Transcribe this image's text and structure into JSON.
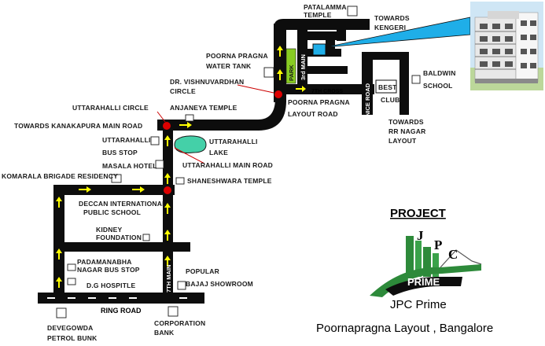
{
  "landmarks": {
    "patalamma_temple": [
      "PATALAMMA",
      "TEMPLE"
    ],
    "towards_kengeri": [
      "TOWARDS",
      "KENGERI"
    ],
    "poorna_pragna_water_tank": [
      "POORNA PRAGNA",
      "WATER TANK"
    ],
    "dr_vishnuvardhan_circle": [
      "DR. VISHNUVARDHAN",
      "CIRCLE"
    ],
    "poorna_pragna_layout_road": [
      "POORNA PRAGNA",
      "LAYOUT ROAD"
    ],
    "baldwin_school": [
      "BALDWIN",
      "SCHOOL"
    ],
    "best_club": [
      "BEST",
      "CLUB"
    ],
    "towards_rr_nagar": [
      "TOWARDS",
      "RR NAGAR",
      "LAYOUT"
    ],
    "uttarahalli_circle": "UTTARAHALLI CIRCLE",
    "anjaneya_temple": "ANJANEYA TEMPLE",
    "towards_kanakapura": "TOWARDS KANAKAPURA  MAIN ROAD",
    "uttarahalli_bus_stop": [
      "UTTARAHALLI",
      "BUS STOP"
    ],
    "uttarahalli_lake": [
      "UTTARAHALLI",
      "LAKE"
    ],
    "masala_hotel": "MASALA HOTEL",
    "uttarahalli_main_road": "UTTARAHALLI  MAIN ROAD",
    "komarala_brigade": "KOMARALA BRIGADE RESIDENCY",
    "shaneshwara_temple": "SHANESHWARA TEMPLE",
    "deccan_school": [
      "DECCAN INTERNATIONAL",
      "PUBLIC SCHOOL"
    ],
    "kidney_foundation": [
      "KIDNEY",
      "FOUNDATION"
    ],
    "padamanabha_bus_stop": [
      "PADAMANABHA",
      "NAGAR BUS STOP"
    ],
    "dg_hospital": "D.G HOSPITLE",
    "popular_bajaj": [
      "POPULAR",
      "BAJAJ SHOWROOM"
    ],
    "devegowda_petrol": [
      "DEVEGOWDA",
      "PETROL BUNK"
    ],
    "corporation_bank": [
      "CORPORATION",
      "BANK"
    ]
  },
  "roads": {
    "ring_road": "RING ROAD",
    "seventh_cross": "7TH CROSS",
    "third_main": "3rd MAIN",
    "park": "PARK",
    "nice_road": "NICE ROAD",
    "seventh_main": "7TH MAIN"
  },
  "project": {
    "heading": "PROJECT",
    "logo_letters": [
      "J",
      "P",
      "C"
    ],
    "logo_word": "PRIME",
    "name": "JPC Prime",
    "address": "Poornapragna Layout , Bangalore"
  },
  "colors": {
    "road": "#0d0d0d",
    "arrow": "#ffff00",
    "circle_marker": "#dd0000",
    "lake": "#44d0a8",
    "park": "#88cc22",
    "site_marker": "#1faee8",
    "logo_green": "#2d8a3a"
  }
}
